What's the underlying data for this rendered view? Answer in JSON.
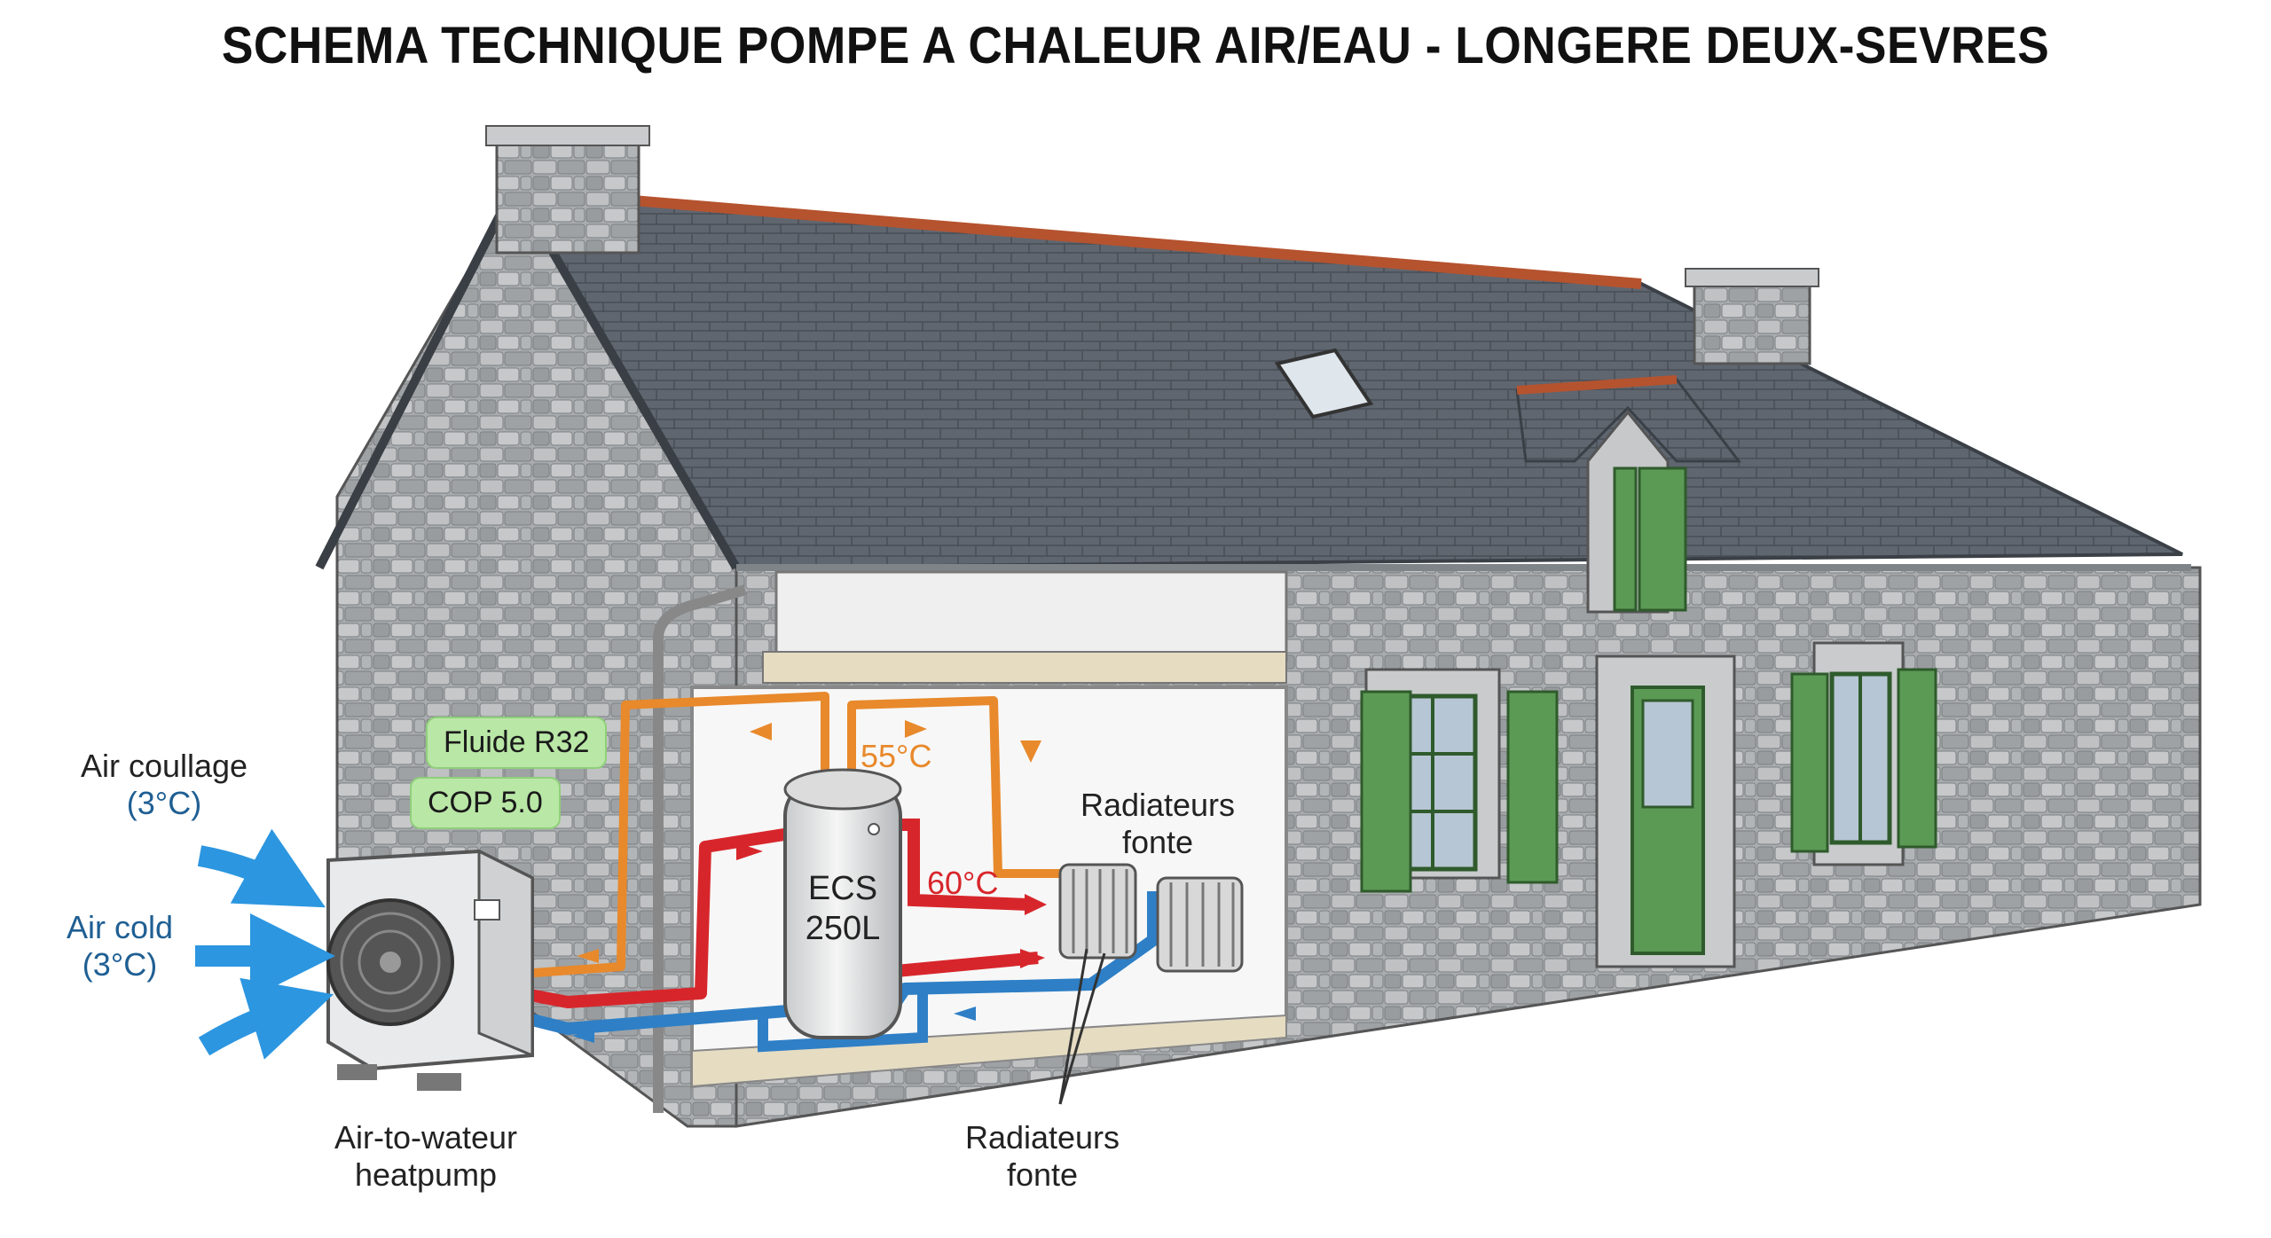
{
  "title": "SCHEMA TECHNIQUE POMPE A CHALEUR AIR/EAU - LONGERE DEUX-SEVRES",
  "labels": {
    "air_coullage": "Air coullage",
    "air_coullage_temp": "(3°C)",
    "air_cold": "Air cold",
    "air_cold_temp": "(3°C)",
    "heatpump_line1": "Air-to-wateur",
    "heatpump_line2": "heatpump",
    "fluide": "Fluide R32",
    "cop": "COP 5.0",
    "tank_line1": "ECS",
    "tank_line2": "250L",
    "temp_55": "55°C",
    "temp_60": "60°C",
    "radiators_top_line1": "Radiateurs",
    "radiators_top_line2": "fonte",
    "radiators_bottom_line1": "Radiateurs",
    "radiators_bottom_line2": "fonte"
  },
  "colors": {
    "hot_pipe": "#d7262b",
    "cold_pipe": "#2e7fc6",
    "refrigerant_pipe": "#e8892b",
    "shutter_green": "#5b9a55",
    "roof_slate": "#5f6670",
    "stone": "#9fa3a6",
    "air_arrow": "#2c96e0",
    "pill_green": "#b9e7a6"
  }
}
